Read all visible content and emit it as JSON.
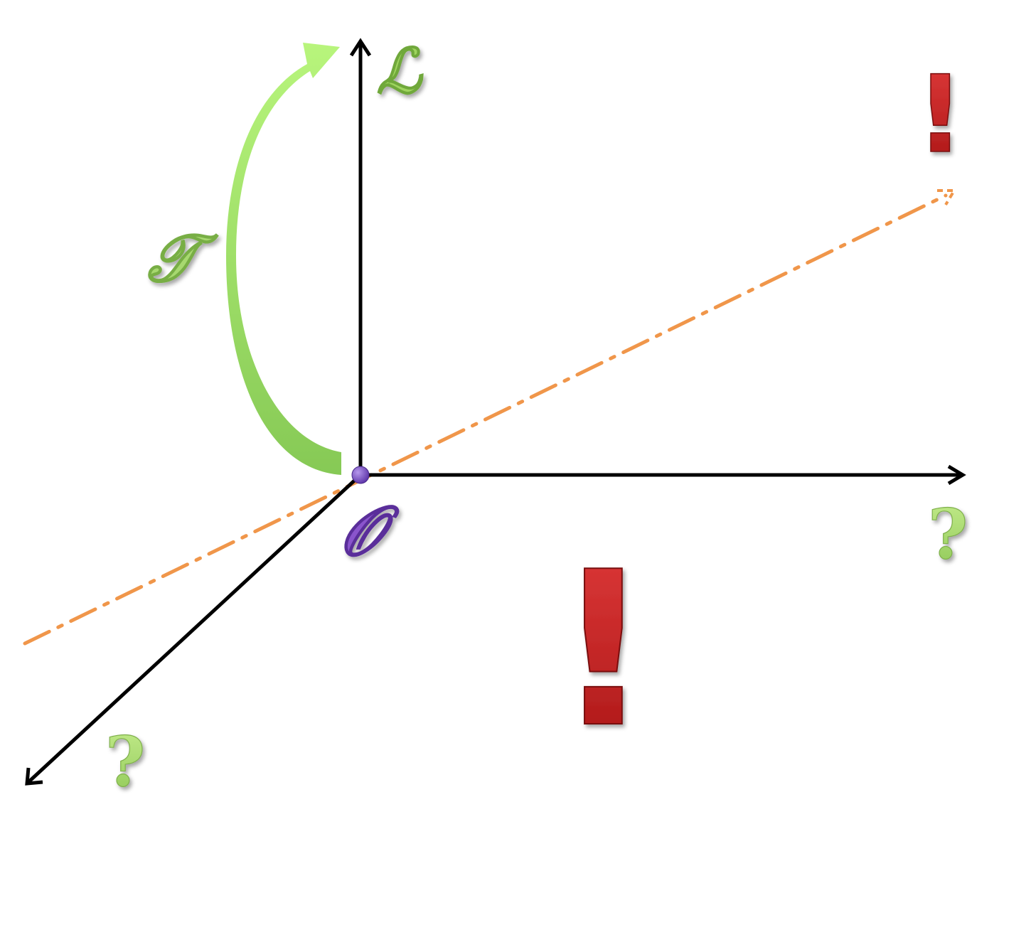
{
  "labels": {
    "vertical_axis": "ℒ",
    "rotation": "𝒯",
    "origin": "𝒪",
    "horizontal_axis_end": "?",
    "depth_axis_end": "?",
    "top_right_mark": "!",
    "center_mark": "!"
  },
  "colors": {
    "axis": "#000000",
    "rotation_arrow_dark": "#8fcf5a",
    "rotation_arrow_light": "#b8f27a",
    "dashed_line": "#f0964a",
    "origin_dot": "#7a4fc4",
    "origin_label": "#8a55cc",
    "question_marks": "#a5d46e",
    "label_L": "#9fd45e",
    "label_T": "#a7d86f",
    "exclamation": "#cc2222"
  }
}
